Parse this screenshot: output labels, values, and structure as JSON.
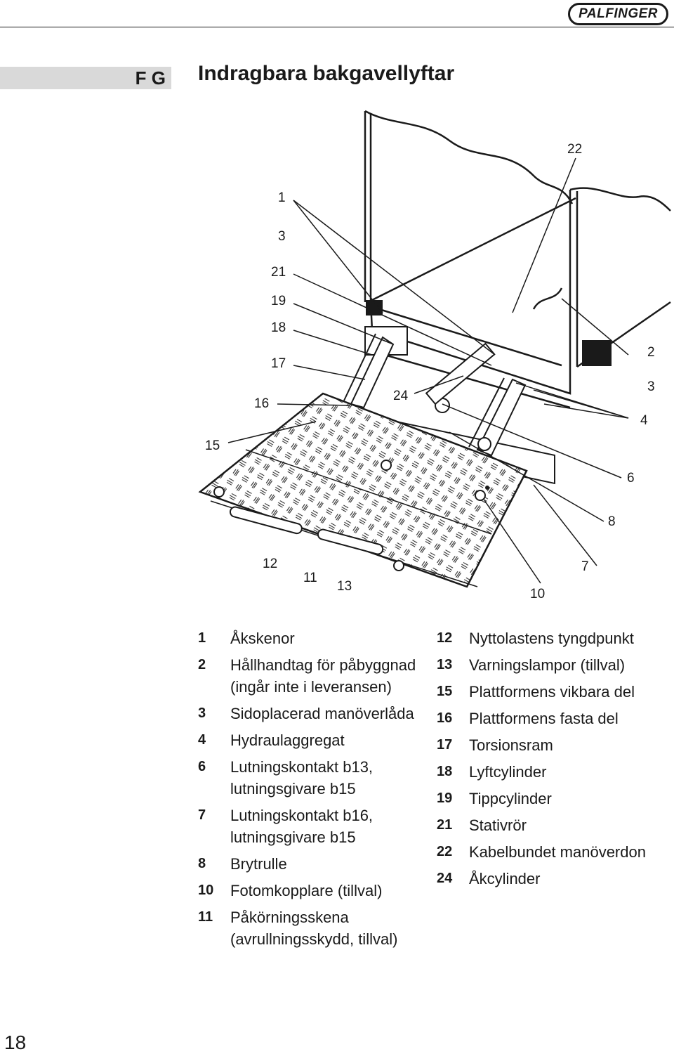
{
  "header": {
    "brand": "PALFINGER"
  },
  "section": {
    "code": "F G",
    "title": "Indragbara bakgavellyftar"
  },
  "callouts": [
    "22",
    "1",
    "3",
    "21",
    "19",
    "18",
    "17",
    "16",
    "24",
    "15",
    "2",
    "3",
    "4",
    "6",
    "8",
    "12",
    "11",
    "13",
    "10",
    "7"
  ],
  "legend_left": [
    {
      "num": "1",
      "text": "Åkskenor"
    },
    {
      "num": "2",
      "text": "Hållhandtag för påbyggnad (ingår inte i leveransen)"
    },
    {
      "num": "3",
      "text": "Sidoplacerad manöverlåda"
    },
    {
      "num": "4",
      "text": "Hydraulaggregat"
    },
    {
      "num": "6",
      "text": "Lutningskontakt b13, lutningsgivare b15"
    },
    {
      "num": "7",
      "text": "Lutningskontakt b16, lutningsgivare b15"
    },
    {
      "num": "8",
      "text": "Brytrulle"
    },
    {
      "num": "10",
      "text": "Fotomkopplare (tillval)"
    },
    {
      "num": "11",
      "text": "Påkörningsskena (avrullningsskydd, tillval)"
    }
  ],
  "legend_right": [
    {
      "num": "12",
      "text": "Nyttolastens tyngdpunkt"
    },
    {
      "num": "13",
      "text": "Varningslampor (tillval)"
    },
    {
      "num": "15",
      "text": "Plattformens vikbara del"
    },
    {
      "num": "16",
      "text": "Plattformens fasta del"
    },
    {
      "num": "17",
      "text": "Torsionsram"
    },
    {
      "num": "18",
      "text": "Lyftcylinder"
    },
    {
      "num": "19",
      "text": "Tippcylinder"
    },
    {
      "num": "21",
      "text": "Stativrör"
    },
    {
      "num": "22",
      "text": "Kabelbundet manöverdon"
    },
    {
      "num": "24",
      "text": "Åkcylinder"
    }
  ],
  "page_number": "18"
}
